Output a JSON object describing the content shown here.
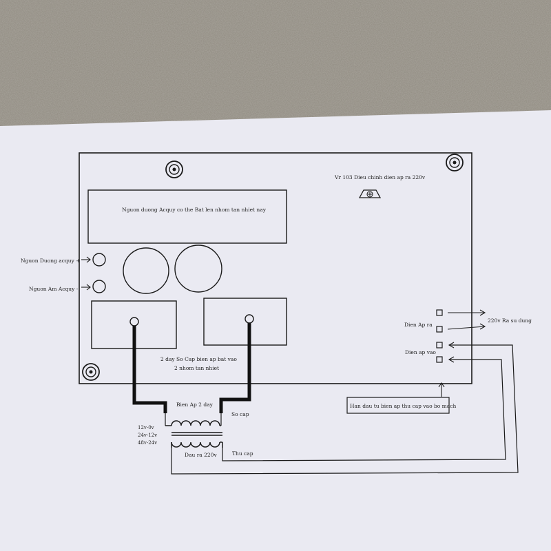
{
  "colors": {
    "concrete": "#8f8a80",
    "paper": "#eaeaf2",
    "ink": "#1a1a1a"
  },
  "labels": {
    "vr_adjust": "Vr 103 Dieu chinh dien ap ra 220v",
    "battery_note": "Nguon duong Acquy co the Bat len nhom tan nhiet nay",
    "battery_positive": "Nguon Duong acquy +",
    "battery_negative": "Nguon Am Acquy -",
    "output_terminals": "Dien Ap ra",
    "output_use": "220v Ra su dung",
    "input_terminals": "Dien ap vao",
    "primary_wires_1": "2 day So Cap bien ap bat vao",
    "primary_wires_2": "2 nhom tan nhiet",
    "transformer_name": "Bien Ap 2 day",
    "primary": "So cap",
    "tap_1": "12v-0v",
    "tap_2": "24v-12v",
    "tap_3": "48v-24v",
    "output_220": "Dau ra 220v",
    "secondary": "Thu cap",
    "solder_note": "Han dau tu bien ap thu cap vao bo mach"
  }
}
